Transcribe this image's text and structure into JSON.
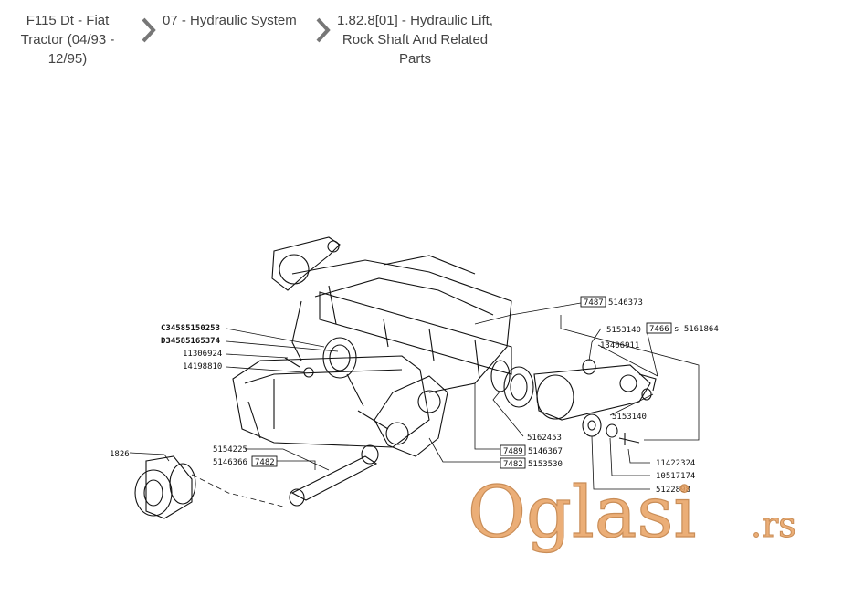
{
  "breadcrumb": {
    "items": [
      {
        "label": "F115 Dt - Fiat Tractor (04/93 - 12/95)"
      },
      {
        "label": "07 - Hydraulic System"
      },
      {
        "label": "1.82.8[01] - Hydraulic Lift, Rock Shaft And Related Parts"
      }
    ],
    "separator_icon": "chevron-right-icon"
  },
  "diagram": {
    "part_labels": {
      "p7487": "7487",
      "p5146373": "5146373",
      "p5153140a": "5153140",
      "p7466": "7466",
      "p5161864": "s 5161864",
      "p13406911": "13406911",
      "p5153140b": "5153140",
      "c345": "C34585150253",
      "d345": "D34585165374",
      "p11306924": "11306924",
      "p14198810": "14198810",
      "p5162453": "5162453",
      "p7489": "7489",
      "p5146367": "5146367",
      "p7482a": "7482",
      "p5153530": "5153530",
      "p11422324": "11422324",
      "p10517174": "10517174",
      "p5122898": "5122898",
      "p1826": "1826",
      "p5154225": "5154225",
      "p5146366": "5146366",
      "p7482b": "7482"
    }
  },
  "watermark": {
    "brand": "Oglasi",
    "suffix": ".rs",
    "color": "#e8a060"
  }
}
